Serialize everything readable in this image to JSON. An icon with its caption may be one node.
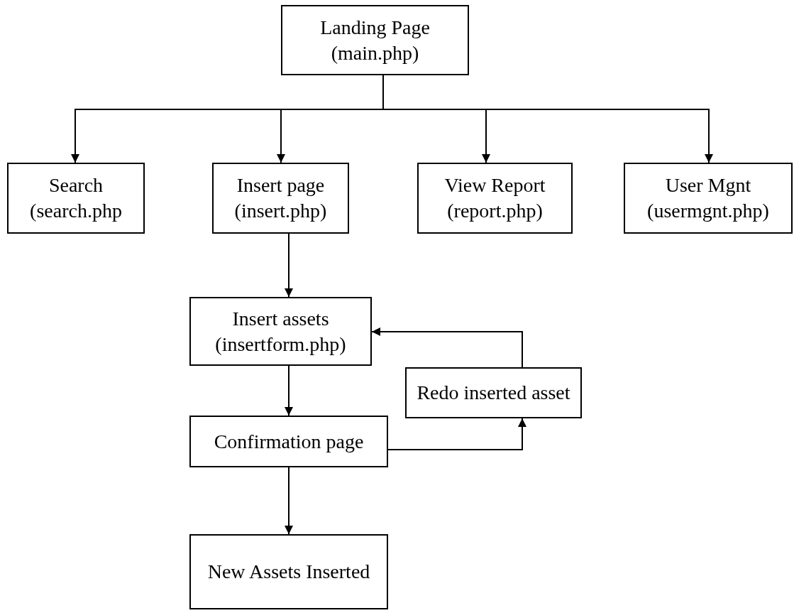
{
  "diagram": {
    "nodes": [
      {
        "text": [
          "Landing Page (main.php)"
        ]
      },
      {
        "text": [
          "Search (search.php"
        ]
      },
      {
        "text": [
          "Insert page (insert.php)"
        ]
      },
      {
        "text": [
          "View Report (report.php)"
        ]
      },
      {
        "text": [
          "User Mgnt (usermgnt.php)"
        ]
      },
      {
        "text": [
          "Insert assets (insertform.php)"
        ]
      },
      {
        "text": [
          "Redo inserted asset"
        ]
      },
      {
        "text": [
          "Confirmation page"
        ]
      },
      {
        "text": [
          "New Assets Inserted"
        ]
      }
    ],
    "edges": [
      {
        "from": 0,
        "to": 1,
        "arrow": "to"
      },
      {
        "from": 0,
        "to": 2,
        "arrow": "to"
      },
      {
        "from": 0,
        "to": 3,
        "arrow": "to"
      },
      {
        "from": 0,
        "to": 4,
        "arrow": "to"
      },
      {
        "from": 2,
        "to": 5,
        "arrow": "to"
      },
      {
        "from": 5,
        "to": 7,
        "arrow": "to"
      },
      {
        "from": 7,
        "to": 6,
        "arrow": "to"
      },
      {
        "from": 6,
        "to": 5,
        "arrow": "to"
      },
      {
        "from": 7,
        "to": 8,
        "arrow": "to"
      }
    ]
  }
}
